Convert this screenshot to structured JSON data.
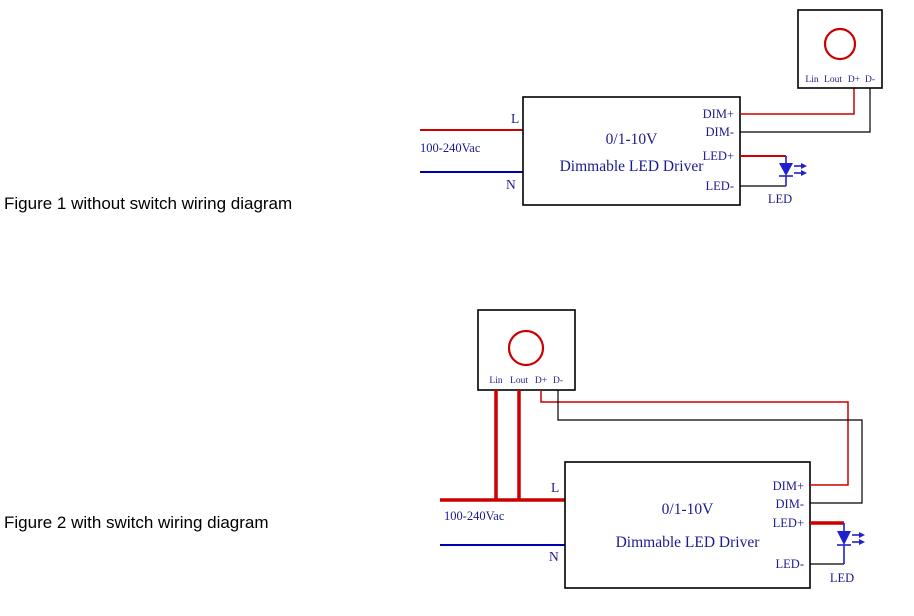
{
  "colors": {
    "wire-live": "#cc0000",
    "wire-neutral": "#0000b3",
    "wire-signal": "#000000",
    "diagram-text": "#1b1b8e",
    "led-symbol": "#2020cc",
    "caption-text": "#000000",
    "box-stroke": "#000000"
  },
  "figure1": {
    "caption": "Figure 1 without switch wiring diagram",
    "mains": {
      "voltage": "100-240Vac",
      "live": "L",
      "neutral": "N"
    },
    "driver": {
      "title_line1": "0/1-10V",
      "title_line2": "Dimmable LED Driver",
      "terminals": [
        "DIM+",
        "DIM-",
        "LED+",
        "LED-"
      ]
    },
    "dimmer": {
      "terminals": [
        "Lin",
        "Lout",
        "D+",
        "D-"
      ]
    },
    "led_label": "LED"
  },
  "figure2": {
    "caption": "Figure 2 with switch wiring diagram",
    "mains": {
      "voltage": "100-240Vac",
      "live": "L",
      "neutral": "N"
    },
    "driver": {
      "title_line1": "0/1-10V",
      "title_line2": "Dimmable LED Driver",
      "terminals": [
        "DIM+",
        "DIM-",
        "LED+",
        "LED-"
      ]
    },
    "dimmer": {
      "terminals": [
        "Lin",
        "Lout",
        "D+",
        "D-"
      ]
    },
    "led_label": "LED"
  }
}
